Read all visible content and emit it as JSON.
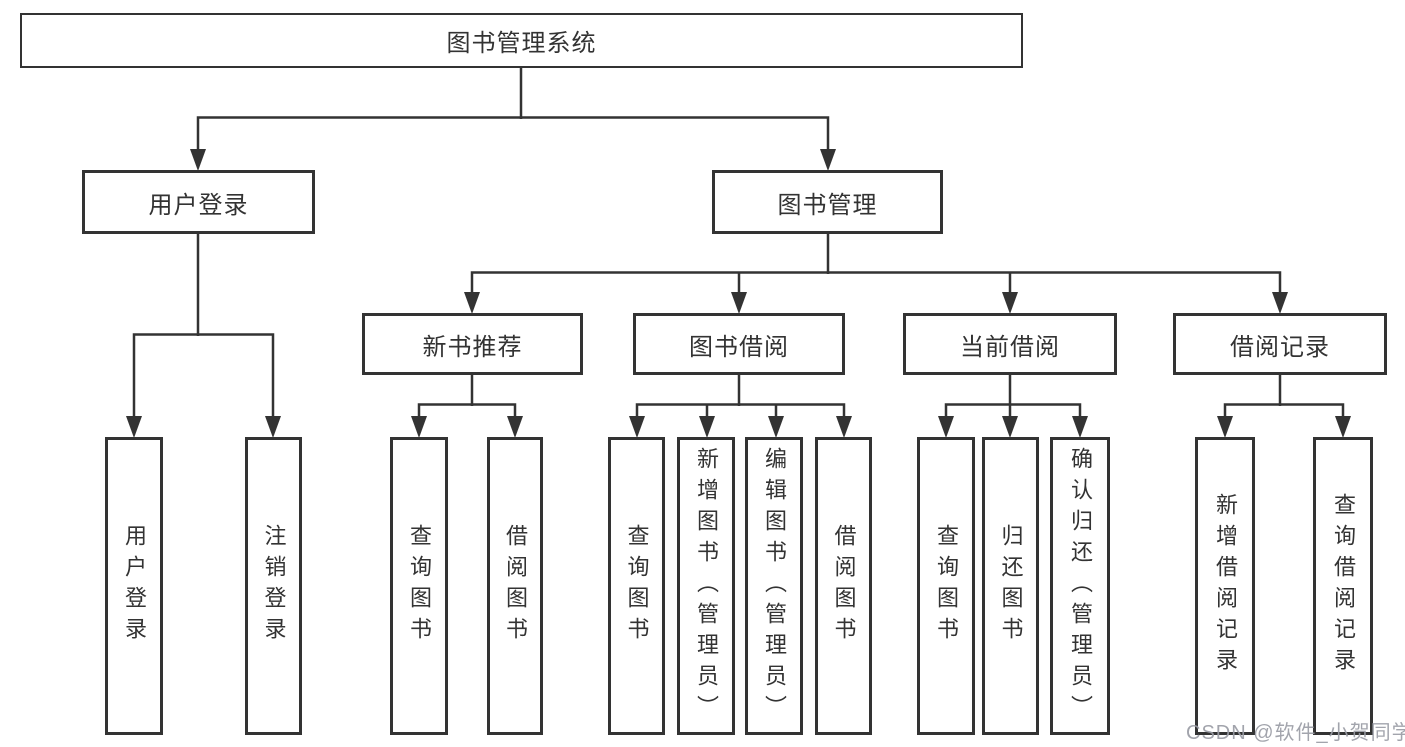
{
  "diagram": {
    "root": {
      "label": "图书管理系统"
    },
    "level2": [
      {
        "label": "用户登录"
      },
      {
        "label": "图书管理"
      }
    ],
    "level3": [
      {
        "label": "新书推荐"
      },
      {
        "label": "图书借阅"
      },
      {
        "label": "当前借阅"
      },
      {
        "label": "借阅记录"
      }
    ],
    "leaves": {
      "user_login": [
        "用户登录",
        "注销登录"
      ],
      "new_books": [
        "查询图书",
        "借阅图书"
      ],
      "book_borrow": [
        "查询图书",
        "新增图书（管理员）",
        "编辑图书（管理员）",
        "借阅图书"
      ],
      "current_borrow": [
        "查询图书",
        "归还图书",
        "确认归还（管理员）"
      ],
      "borrow_records": [
        "新增借阅记录",
        "查询借阅记录"
      ]
    }
  },
  "watermark": {
    "text": "CSDN @软件_小贺同学",
    "color": "#9a9ca5"
  },
  "colors": {
    "line": "#333333",
    "box_border": "#333333",
    "text": "#333333",
    "background": "#ffffff"
  }
}
